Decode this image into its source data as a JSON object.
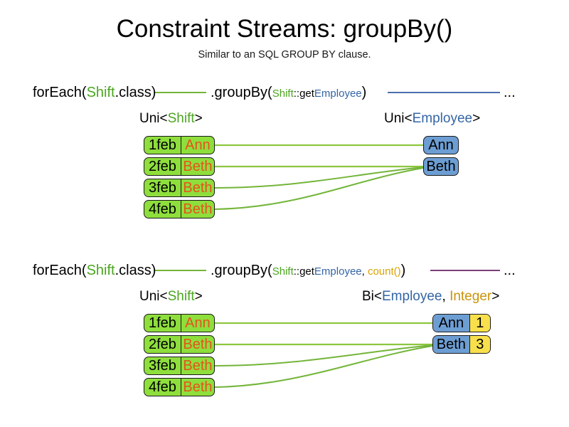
{
  "header": {
    "title": "Constraint Streams: groupBy()",
    "subtitle": "Similar to an SQL GROUP BY clause."
  },
  "colors": {
    "shift_green": "#8ede3c",
    "employee_blue": "#6d9ed3",
    "count_yellow": "#f8e04d",
    "name_orange": "#e8521d",
    "token_green": "#4ba520",
    "token_blue": "#3465a4",
    "token_gold": "#d9a300",
    "edge_green": "#73b539",
    "edge_blue": "#4a6fae",
    "edge_purple": "#7b3f7b",
    "border": "#1a1a1a"
  },
  "sections": [
    {
      "id": "groupby-basic",
      "code": {
        "for_each": "forEach(",
        "for_each_type": "Shift",
        "for_each_tail": ".class)",
        "group_by": ".groupBy(",
        "arg_class": "Shift",
        "arg_sep": "::get",
        "arg_prop": "Employee",
        "group_by_close": ")",
        "ellipsis": "..."
      },
      "left_caption": {
        "prefix": "Uni<",
        "type": "Shift",
        "suffix": ">"
      },
      "right_caption": {
        "prefix": "Uni<",
        "type": "Employee",
        "suffix": ">"
      },
      "shifts": [
        {
          "date": "1feb",
          "name": "Ann"
        },
        {
          "date": "2feb",
          "name": "Beth"
        },
        {
          "date": "3feb",
          "name": "Beth"
        },
        {
          "date": "4feb",
          "name": "Beth"
        }
      ],
      "employees": [
        {
          "name": "Ann"
        },
        {
          "name": "Beth"
        }
      ]
    },
    {
      "id": "groupby-count",
      "code": {
        "for_each": "forEach(",
        "for_each_type": "Shift",
        "for_each_tail": ".class)",
        "group_by": ".groupBy(",
        "arg_class": "Shift",
        "arg_sep": "::get",
        "arg_prop": "Employee",
        "arg_comma": ", ",
        "arg_count": "count()",
        "group_by_close": ")",
        "ellipsis": "..."
      },
      "left_caption": {
        "prefix": "Uni<",
        "type": "Shift",
        "suffix": ">"
      },
      "right_caption": {
        "prefix": "Bi<",
        "type": "Employee",
        "separator": ", ",
        "type2": "Integer",
        "suffix": ">"
      },
      "shifts": [
        {
          "date": "1feb",
          "name": "Ann"
        },
        {
          "date": "2feb",
          "name": "Beth"
        },
        {
          "date": "3feb",
          "name": "Beth"
        },
        {
          "date": "4feb",
          "name": "Beth"
        }
      ],
      "groups": [
        {
          "name": "Ann",
          "count": "1"
        },
        {
          "name": "Beth",
          "count": "3"
        }
      ]
    }
  ]
}
